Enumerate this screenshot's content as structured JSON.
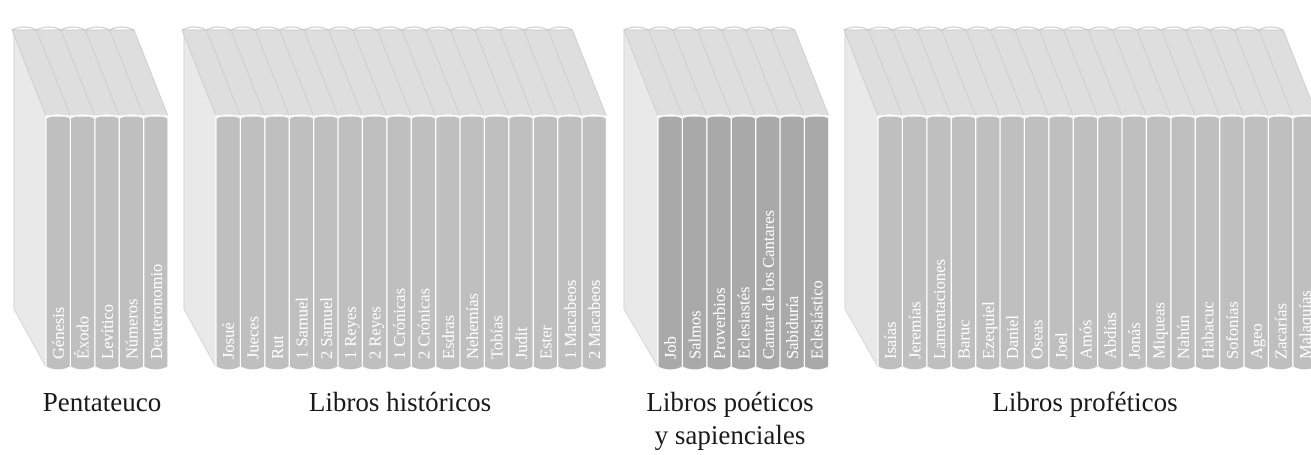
{
  "diagram": {
    "colors": {
      "background": "#ffffff",
      "spine_default": "#bfbfbf",
      "spine_poetic": "#a9a9a9",
      "top_face": "#dedede",
      "side_face": "#e9e9e9",
      "edge": "#ffffff",
      "label_text": "#1a1a1a",
      "spine_text": "#ffffff"
    },
    "groups": [
      {
        "id": "pentateuco",
        "label": "Pentateuco",
        "books": [
          "Génesis",
          "Éxodo",
          "Levítico",
          "Números",
          "Deuteronomio"
        ]
      },
      {
        "id": "historicos",
        "label": "Libros históricos",
        "books": [
          "Josué",
          "Jueces",
          "Rut",
          "1 Samuel",
          "2 Samuel",
          "1 Reyes",
          "2 Reyes",
          "1 Crónicas",
          "2 Crónicas",
          "Esdras",
          "Nehemías",
          "Tobías",
          "Judit",
          "Ester",
          "1 Macabeos",
          "2 Macabeos"
        ]
      },
      {
        "id": "poeticos",
        "label": "Libros poéticos y sapienciales",
        "label_lines": [
          "Libros poéticos",
          "y sapienciales"
        ],
        "books": [
          "Job",
          "Salmos",
          "Proverbios",
          "Eclesiastés",
          "Cantar de los Cantares",
          "Sabiduría",
          "Eclesiástico"
        ]
      },
      {
        "id": "profeticos",
        "label": "Libros proféticos",
        "books": [
          "Isaías",
          "Jeremías",
          "Lamentaciones",
          "Baruc",
          "Ezequiel",
          "Daniel",
          "Oseas",
          "Joel",
          "Amós",
          "Abdías",
          "Jonás",
          "Miqueas",
          "Nahún",
          "Habacuc",
          "Sofonías",
          "Ageo",
          "Zacarías",
          "Malaquías"
        ]
      }
    ]
  }
}
